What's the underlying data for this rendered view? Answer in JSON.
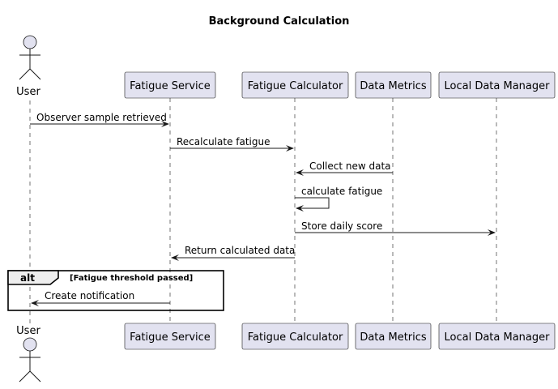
{
  "diagram": {
    "title": "Background Calculation",
    "actor": {
      "label": "User"
    },
    "participants": [
      {
        "id": "service",
        "label": "Fatigue Service"
      },
      {
        "id": "calculator",
        "label": "Fatigue Calculator"
      },
      {
        "id": "metrics",
        "label": "Data Metrics"
      },
      {
        "id": "manager",
        "label": "Local Data Manager"
      }
    ],
    "messages": [
      {
        "label": "Observer sample retrieved",
        "from": "user",
        "to": "service"
      },
      {
        "label": "Recalculate fatigue",
        "from": "service",
        "to": "calculator"
      },
      {
        "label": "Collect new data",
        "from": "metrics",
        "to": "calculator"
      },
      {
        "label": "calculate fatigue",
        "from": "calculator",
        "to": "calculator"
      },
      {
        "label": "Store daily score",
        "from": "calculator",
        "to": "manager"
      },
      {
        "label": "Return calculated data",
        "from": "calculator",
        "to": "service"
      },
      {
        "label": "Create notification",
        "from": "service",
        "to": "user"
      }
    ],
    "fragment": {
      "keyword": "alt",
      "condition": "[Fatigue threshold passed]"
    }
  }
}
